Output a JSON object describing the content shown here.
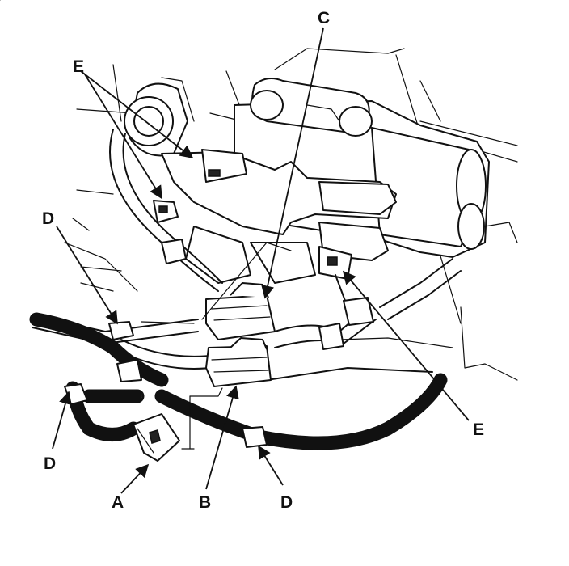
{
  "callouts": {
    "a": "A",
    "b": "B",
    "c": "C",
    "d1": "D",
    "d2": "D",
    "d3": "D",
    "e1": "E",
    "e2": "E"
  }
}
